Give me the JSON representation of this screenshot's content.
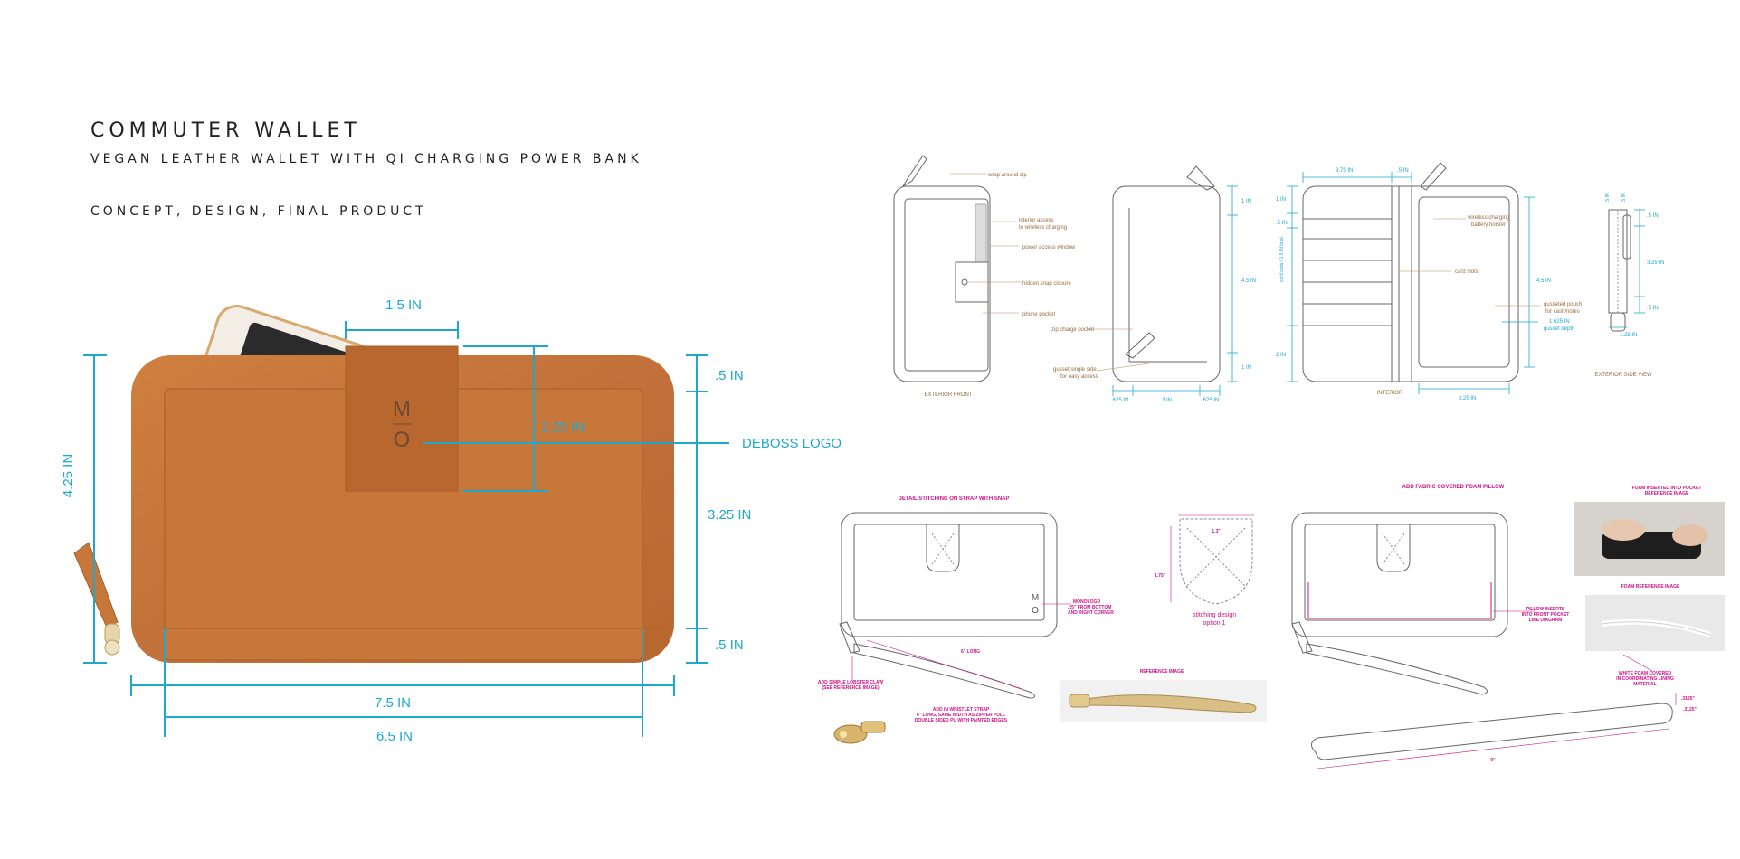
{
  "header": {
    "title": "COMMUTER WALLET",
    "subtitle": "VEGAN LEATHER WALLET WITH QI CHARGING POWER BANK",
    "tagline": "CONCEPT, DESIGN, FINAL PRODUCT"
  },
  "render": {
    "dims": {
      "flap_width": "1.5 IN",
      "height": "4.25 IN",
      "top_margin": ".5 IN",
      "flap_height": "2.25 IN",
      "body_height": "3.25 IN",
      "bottom_margin": ".5 IN",
      "outer_width": "7.5 IN",
      "inner_width": "6.5 IN"
    },
    "callout": "DEBOSS LOGO",
    "logo_letters": [
      "M",
      "O"
    ]
  },
  "tech_drawing": {
    "front": {
      "labels": [
        "wrap around zip",
        "interior access",
        "to wireless charging",
        "power access window",
        "hidden snap closure",
        "phone pocket"
      ],
      "caption": "EXTERIOR FRONT"
    },
    "back": {
      "labels": [
        "zip charge pocket",
        "gusset single side",
        "for easy access"
      ],
      "dims_right": [
        "1 IN",
        "4.5 IN",
        "1 IN"
      ],
      "dims_bottom": [
        ".625 IN",
        "3 IN",
        ".625 IN"
      ]
    },
    "interior": {
      "top_dims": [
        "3.75 IN",
        ".5 IN"
      ],
      "left_dims": [
        "1 IN",
        ".5 IN",
        "card slots / 1.5 IN total",
        "2 IN"
      ],
      "labels": [
        "wireless charging",
        "battery holster",
        "card slots",
        "gusseted pouch",
        "for cash/notes",
        "1.625 IN",
        "gusset depth"
      ],
      "right_dim": "4.5 IN",
      "bottom_dim": "3.25 IN",
      "caption": "INTERIOR"
    },
    "side": {
      "top_dims": [
        ".5 IN",
        ".5 IN"
      ],
      "dims": [
        ".5 IN",
        "3.25 IN",
        ".5 IN"
      ],
      "bottom_dim": "1.25 IN",
      "caption": "EXTERIOR SIDE VIEW"
    }
  },
  "strap_sheet": {
    "heading": "DETAIL STITCHING ON STRAP WITH SNAP",
    "logo_note": [
      "MONOLOGO",
      ".25\" FROM BOTTOM",
      "AND RIGHT CORNER"
    ],
    "strap_length": "6\" LONG",
    "clasp_note": [
      "ADD SIMPLE LOBSTER CLAW",
      "(SEE REFERENCE IMAGE)"
    ],
    "strap_note": [
      "ADD IN WRISTLET STRAP",
      "6\" LONG, SAME WIDTH AS ZIPPER PULL",
      "DOUBLE SIDED PU WITH PAINTED EDGES"
    ],
    "reference_label": "REFERENCE IMAGE",
    "tab_width": "1.3\"",
    "tab_height": "1.75\"",
    "stitch_label": [
      "stitching design",
      "option 1"
    ]
  },
  "foam_sheet": {
    "heading": "ADD FABRIC COVERED FOAM PILLOW",
    "photo1_caption": [
      "FOAM INSERTED INTO POCKET",
      "REFERENCE IMAGE"
    ],
    "photo2_caption": "FOAM REFERENCE IMAGE",
    "pillow_note": [
      "PILLOW INSERTS",
      "INTO FRONT POCKET",
      "LIKE DIAGRAM"
    ],
    "foam_note": [
      "WHITE FOAM COVERED",
      "IN COORDINATING LINING",
      "MATERIAL"
    ],
    "dims": [
      ".3125\"",
      ".3125\""
    ],
    "length": "9\""
  },
  "colors": {
    "leather": "#c8773a",
    "leather_dark": "#a55e2a",
    "dimension": "#1ea8d0",
    "annotation": "#9a6a3a",
    "spec": "#d0108a"
  }
}
